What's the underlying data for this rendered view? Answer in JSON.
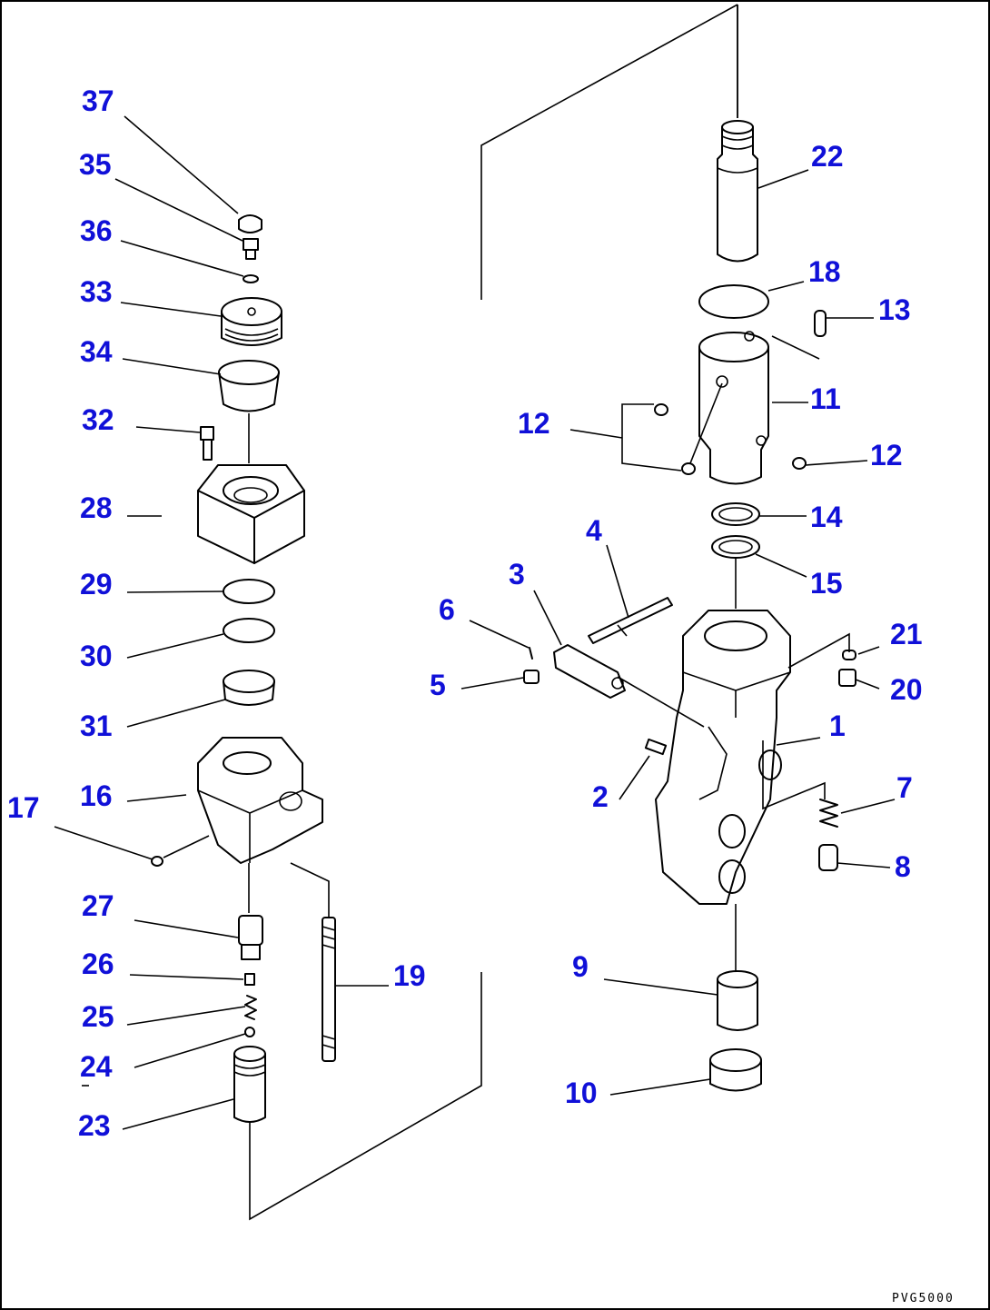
{
  "labels": {
    "l37": "37",
    "l35": "35",
    "l36": "36",
    "l33": "33",
    "l34": "34",
    "l32": "32",
    "l28": "28",
    "l29": "29",
    "l30": "30",
    "l31": "31",
    "l16": "16",
    "l17": "17",
    "l27": "27",
    "l26": "26",
    "l25": "25",
    "l24": "24",
    "l23": "23",
    "l19": "19",
    "l22": "22",
    "l18": "18",
    "l13": "13",
    "l11": "11",
    "l12a": "12",
    "l12b": "12",
    "l14": "14",
    "l15": "15",
    "l4": "4",
    "l3": "3",
    "l6": "6",
    "l5": "5",
    "l21": "21",
    "l20": "20",
    "l1": "1",
    "l2": "2",
    "l7": "7",
    "l8": "8",
    "l9": "9",
    "l10": "10"
  },
  "drawing_code": "PVG5000",
  "colors": {
    "label": "#1010d8",
    "line": "#000000"
  }
}
